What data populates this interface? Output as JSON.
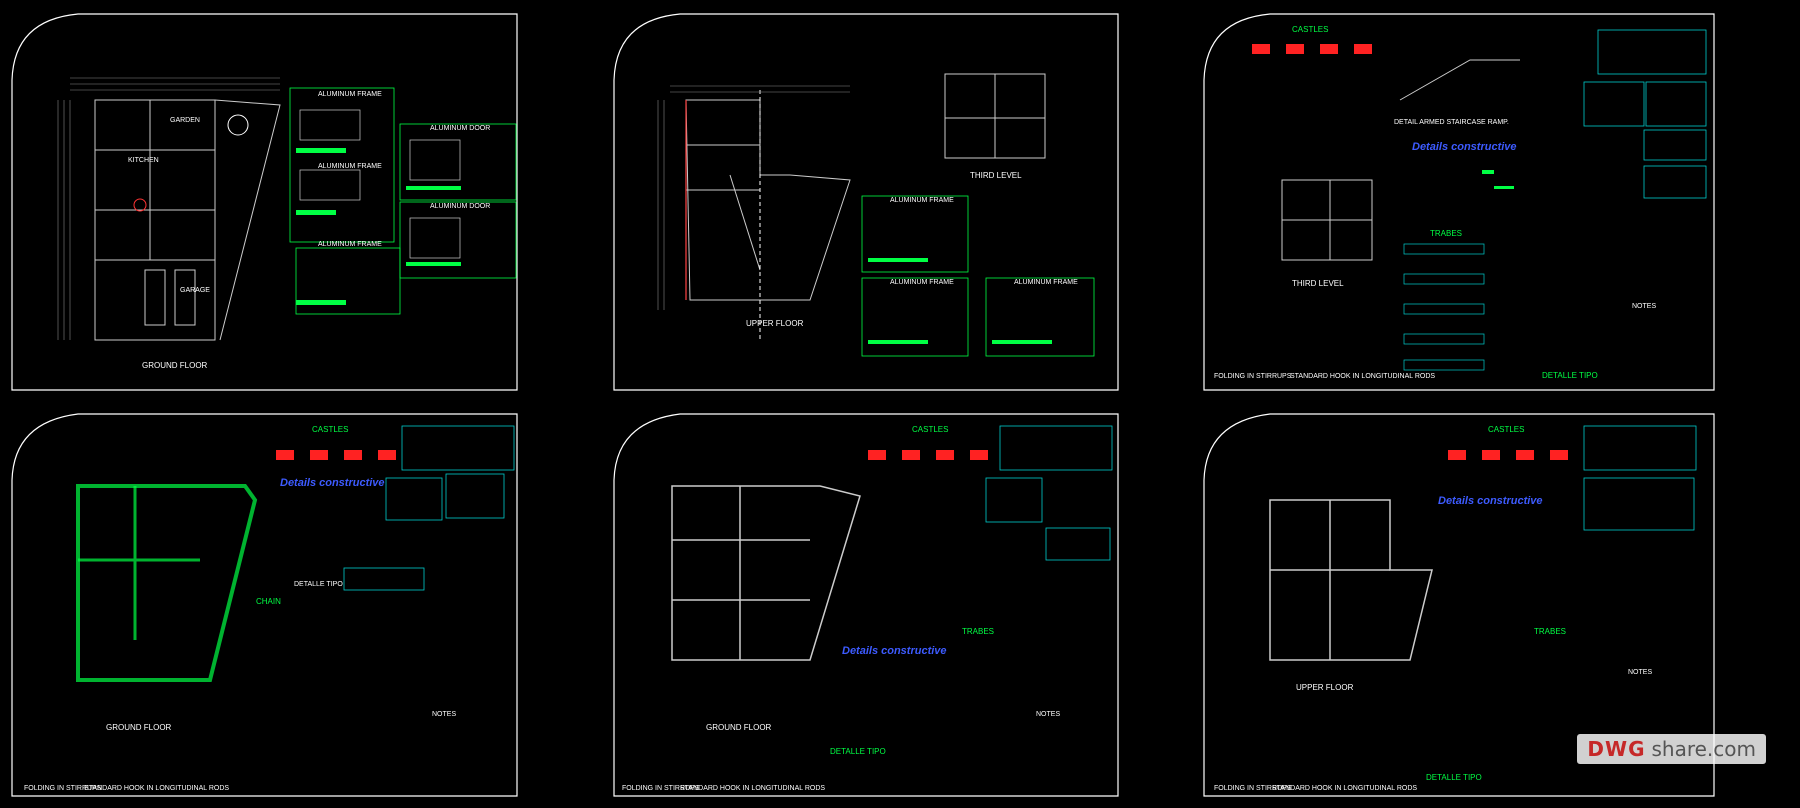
{
  "sheets": [
    {
      "id": "s1",
      "title": "GROUND FLOOR",
      "panels": [
        "ALUMINUM FRAME",
        "ALUMINUM FRAME",
        "ALUMINUM FRAME",
        "ALUMINUM DOOR",
        "ALUMINUM DOOR"
      ],
      "rooms": [
        "GARDEN",
        "KITCHEN",
        "GARAGE"
      ]
    },
    {
      "id": "s2",
      "title": "UPPER FLOOR",
      "subtitle": "THIRD LEVEL",
      "panels": [
        "ALUMINUM FRAME",
        "ALUMINUM FRAME",
        "ALUMINUM FRAME"
      ]
    },
    {
      "id": "s3",
      "heading": "CASTLES",
      "title": "THIRD LEVEL",
      "staircase": "DETAIL ARMED STAIRCASE RAMP.",
      "detail_blue": "Details constructive",
      "trabes": "TRABES",
      "detail_tipo": "DETALLE TIPO",
      "notes": "NOTES",
      "stirrups": "FOLDING IN STIRRUPS",
      "hook": "STANDARD HOOK IN LONGITUDINAL RODS"
    },
    {
      "id": "s4",
      "heading": "CASTLES",
      "title": "GROUND FLOOR",
      "detail_blue": "Details constructive",
      "chain": "CHAIN",
      "detail_tipo": "DETALLE TIPO",
      "notes": "NOTES",
      "stirrups": "FOLDING IN STIRRUPS",
      "hook": "STANDARD HOOK IN LONGITUDINAL RODS"
    },
    {
      "id": "s5",
      "heading": "CASTLES",
      "title": "GROUND FLOOR",
      "detail_blue": "Details constructive",
      "trabes": "TRABES",
      "detail_tipo": "DETALLE TIPO",
      "notes": "NOTES",
      "stirrups": "FOLDING IN STIRRUPS",
      "hook": "STANDARD HOOK IN LONGITUDINAL RODS"
    },
    {
      "id": "s6",
      "heading": "CASTLES",
      "title": "UPPER FLOOR",
      "detail_blue": "Details constructive",
      "trabes": "TRABES",
      "detail_tipo": "DETALLE TIPO",
      "notes": "NOTES",
      "stirrups": "FOLDING IN STIRRUPS",
      "hook": "STANDARD HOOK IN LONGITUDINAL RODS"
    }
  ],
  "watermark": {
    "brand_a": "DWG",
    "brand_b": "share.com"
  },
  "colors": {
    "background": "#000000",
    "frame": "#ffffff",
    "wall": "#cccccc",
    "green": "#00ff44",
    "red": "#ff2222",
    "cyan": "#00cccc",
    "blue": "#3d5bff"
  }
}
